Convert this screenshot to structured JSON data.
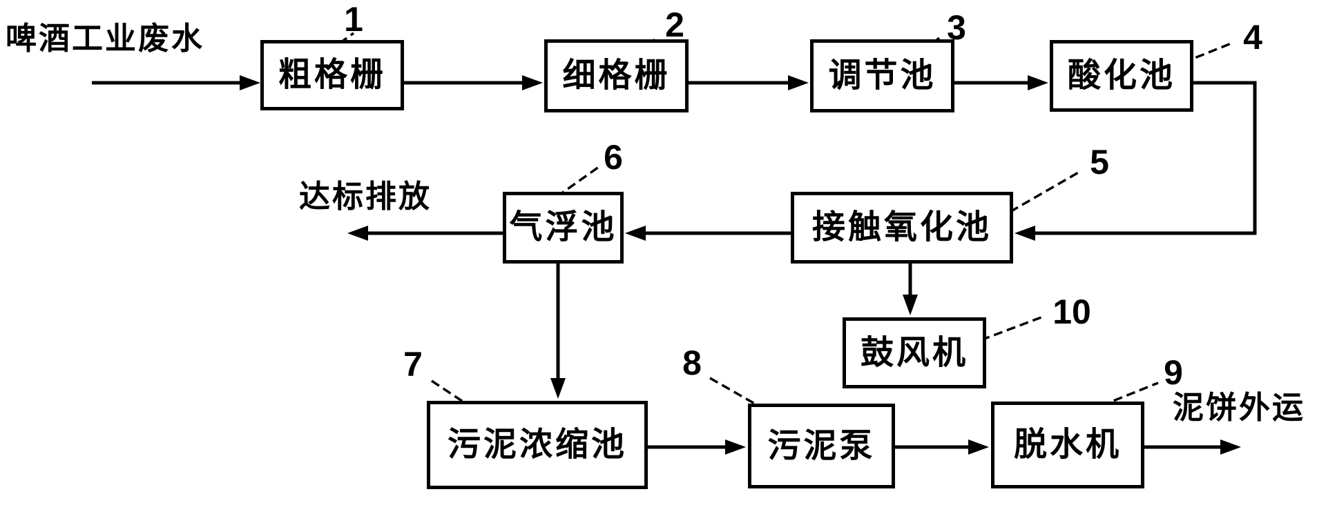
{
  "flow": {
    "input_label": "啤酒工业废水",
    "discharge_label": "达标排放",
    "sludge_out_label": "泥饼外运"
  },
  "nodes": {
    "coarse_screen": {
      "num": "1",
      "label": "粗格栅"
    },
    "fine_screen": {
      "num": "2",
      "label": "细格栅"
    },
    "regulating_tank": {
      "num": "3",
      "label": "调节池"
    },
    "acidification_tank": {
      "num": "4",
      "label": "酸化池"
    },
    "contact_oxidation_tank": {
      "num": "5",
      "label": "接触氧化池"
    },
    "air_flotation_tank": {
      "num": "6",
      "label": "气浮池"
    },
    "sludge_thickening_tank": {
      "num": "7",
      "label": "污泥浓缩池"
    },
    "sludge_pump": {
      "num": "8",
      "label": "污泥泵"
    },
    "dewatering_machine": {
      "num": "9",
      "label": "脱水机"
    },
    "blower": {
      "num": "10",
      "label": "鼓风机"
    }
  },
  "colors": {
    "line": "#000000",
    "background": "#ffffff"
  }
}
